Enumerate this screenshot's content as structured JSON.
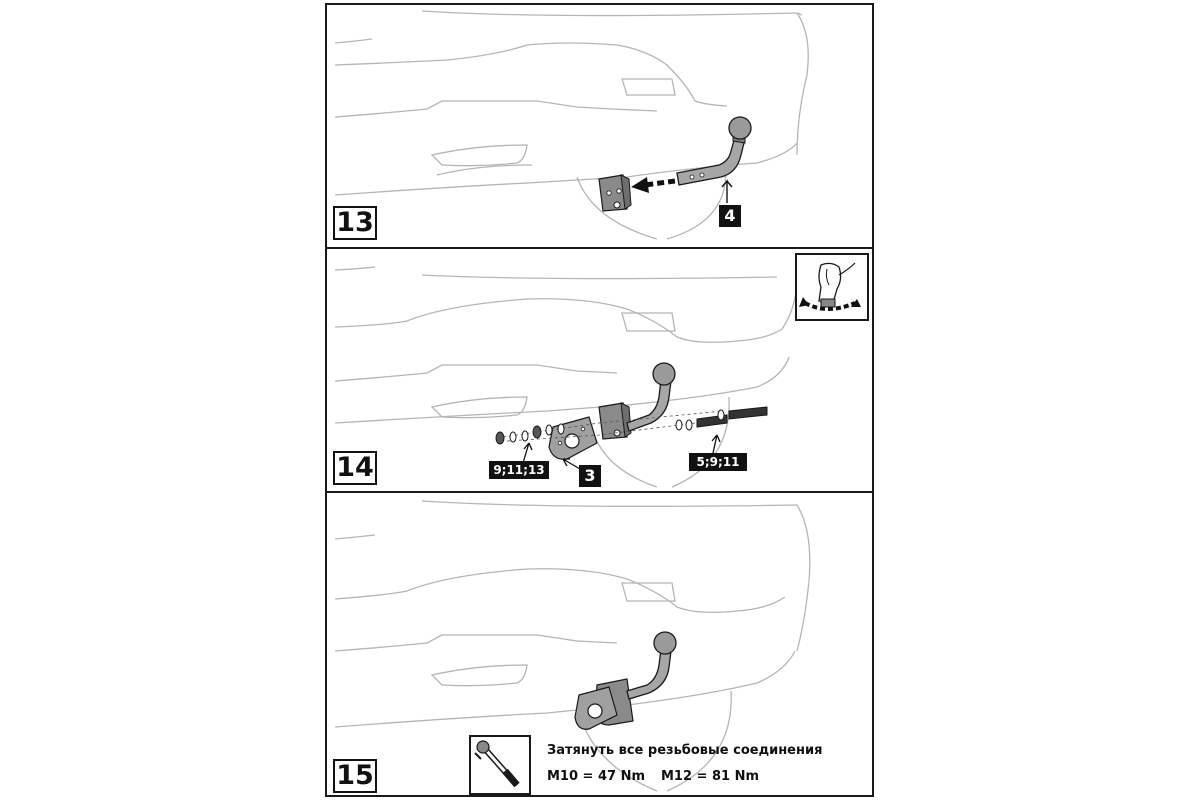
{
  "steps": [
    {
      "number": "13",
      "part_labels": [
        "4"
      ]
    },
    {
      "number": "14",
      "part_labels": [
        "9;11;13",
        "3",
        "5;9;11"
      ],
      "icon": "hand-tighten-icon"
    },
    {
      "number": "15",
      "icon": "torque-wrench-icon"
    }
  ],
  "torque_note": {
    "instruction": "Затянуть все резьбовые соединения",
    "m10": "M10 = 47 Nm",
    "m12": "M12 = 81 Nm"
  },
  "colors": {
    "line": "#1a1a1a",
    "car_outline": "#b5b5b5",
    "part_fill": "#8a8a8a",
    "label_bg": "#111111"
  }
}
